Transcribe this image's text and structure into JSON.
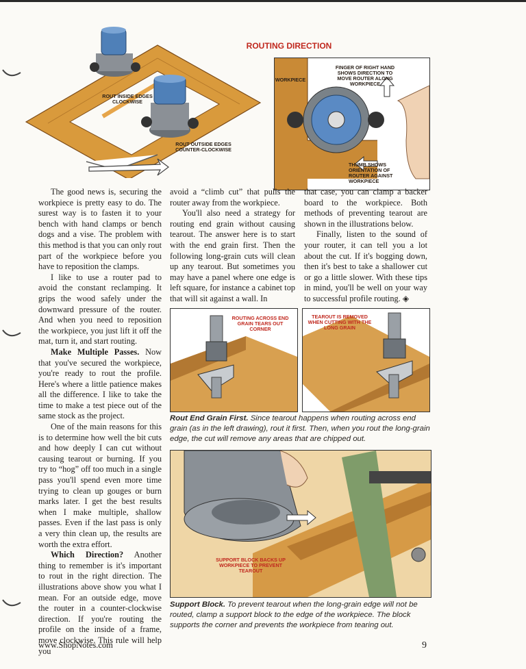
{
  "top_illustration": {
    "title": "ROUTING DIRECTION",
    "label_inside": "ROUT INSIDE EDGES CLOCKWISE",
    "label_outside": "ROUT OUTSIDE EDGES COUNTER-CLOCKWISE",
    "label_workpiece": "WORKPIECE",
    "label_finger": "FINGER OF RIGHT HAND SHOWS DIRECTION TO MOVE ROUTER ALONG WORKPIECE",
    "label_thumb": "THUMB SHOWS ORIENTATION OF ROUTER AGAINST WORKPIECE"
  },
  "column1": {
    "p1": "The good news is, securing the workpiece is pretty easy to do. The surest way is to fasten it to your bench with hand clamps or bench dogs and a vise. The problem with this method is that you can only rout part of the workpiece before you have to reposition the clamps.",
    "p2": "I like to use a router pad to avoid the constant reclamping. It grips the wood safely under the downward pressure of the router. And when you need to reposition the workpiece, you just lift it off the mat, turn it, and start routing.",
    "p3_head": "Make Multiple Passes.",
    "p3": " Now that you've secured the workpiece, you're ready to rout the profile. Here's where a little patience makes all the difference. I like to take the time to make a test piece out of the same stock as the project.",
    "p4": "One of the main reasons for this is to determine how well the bit cuts and how deeply I can cut without causing tearout or burning. If you try to “hog” off too much in a single pass you'll spend even more time trying to clean up gouges or burn marks later. I get the best results when I make multiple, shallow passes. Even if the last pass is only a very thin clean up, the results are worth the extra effort.",
    "p5_head": "Which Direction?",
    "p5": " Another thing to remember is it's important to rout in the right direction. The illustrations above show you what I mean. For an outside edge, move the router in a counter-clockwise direction. If you're routing the profile on the inside of a frame, move clockwise. This rule will help you"
  },
  "column2": {
    "p1": "avoid a “climb cut” that pulls the router away from the workpiece.",
    "p2": "You'll also need a strategy for routing end grain without causing tearout. The answer here is to start with the end grain first. Then the following long-grain cuts will clean up any tearout. But sometimes you may have a panel where one edge is left square, for instance a cabinet top that will sit against a wall. In"
  },
  "column3": {
    "p1": "that case, you can clamp a backer board to the workpiece. Both methods of preventing tearout are shown in the illustrations below.",
    "p2": "Finally, listen to the sound of your router, it can tell you a lot about the cut. If it's bogging down, then it's best to take a shallower cut or go a little slower. With these tips in mind, you'll be well on your way to successful profile routing."
  },
  "end_grain_figure": {
    "label_left": "ROUTING ACROSS END GRAIN TEARS OUT CORNER",
    "label_right": "TEAROUT IS REMOVED WHEN CUTTING WITH THE LONG GRAIN",
    "caption_head": "Rout End Grain First.",
    "caption": " Since tearout happens when routing across end grain (as in the left drawing), rout it first. Then, when you rout the long-grain edge, the cut will remove any areas that are chipped out."
  },
  "support_figure": {
    "label": "SUPPORT BLOCK BACKS UP WORKPIECE TO PREVENT TEAROUT",
    "caption_head": "Support Block.",
    "caption": " To prevent tearout when the long-grain edge will not be routed, clamp a support block to the edge of the workpiece. The block supports the corner and prevents the workpiece from tearing out."
  },
  "footer": {
    "url": "www.ShopNotes.com",
    "page": "9"
  }
}
